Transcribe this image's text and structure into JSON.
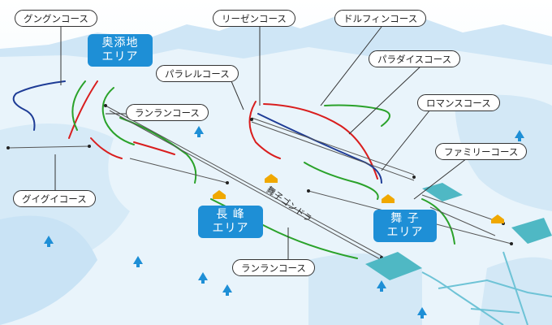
{
  "courses": {
    "gungun": "グングンコース",
    "reezen": "リーゼンコース",
    "dolphin": "ドルフィンコース",
    "paradise": "パラダイスコース",
    "parallel": "パラレルコース",
    "ranran_upper": "ランランコース",
    "romance": "ロマンスコース",
    "family": "ファミリーコース",
    "guigui": "グイグイコース",
    "ranran_lower": "ランランコース"
  },
  "areas": {
    "okusoechi": {
      "line1": "奥添地",
      "line2": "エリア"
    },
    "nagamine": {
      "line1": "長 峰",
      "line2": "エリア"
    },
    "maiko": {
      "line1": "舞 子",
      "line2": "エリア"
    }
  },
  "lift_name": "舞子ゴンドラ",
  "colors": {
    "course_red": "#d91e1e",
    "course_green": "#2aa22a",
    "course_blue": "#1e3c96",
    "area_blue": "#1e8fd6",
    "lodge": "#f0a800",
    "building": "#4fb8c4"
  }
}
